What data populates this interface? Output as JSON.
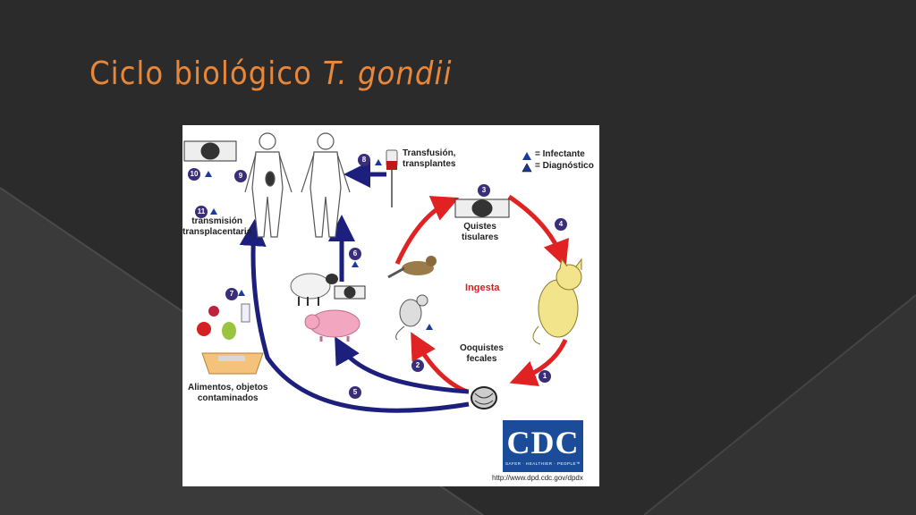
{
  "slide": {
    "title": "Ciclo biológico",
    "title_italic": "T. gondii"
  },
  "legend": {
    "infective": "= Infectante",
    "diagnostic": "= Diagnóstico"
  },
  "labels": {
    "transfusion_line1": "Transfusión,",
    "transfusion_line2": "transplantes",
    "quistes_line1": "Quistes",
    "quistes_line2": "tisulares",
    "ingesta": "Ingesta",
    "ooquistes_line1": "Ooquistes",
    "ooquistes_line2": "fecales",
    "transmision_line1": "transmisión",
    "transmision_line2": "transplacentaria",
    "alimentos_line1": "Alimentos, objetos",
    "alimentos_line2": "contaminados"
  },
  "steps": [
    "1",
    "2",
    "3",
    "4",
    "5",
    "6",
    "7",
    "8",
    "9",
    "10",
    "11"
  ],
  "cdc": {
    "logo": "CDC",
    "tagline": "SAFER · HEALTHIER · PEOPLE™",
    "url": "http://www.dpd.cdc.gov/dpdx"
  },
  "colors": {
    "background": "#2b2b2b",
    "title": "#e8873a",
    "red_arrow": "#e02222",
    "blue_arrow": "#1c1f7c",
    "cdc_blue": "#1b4c99"
  }
}
